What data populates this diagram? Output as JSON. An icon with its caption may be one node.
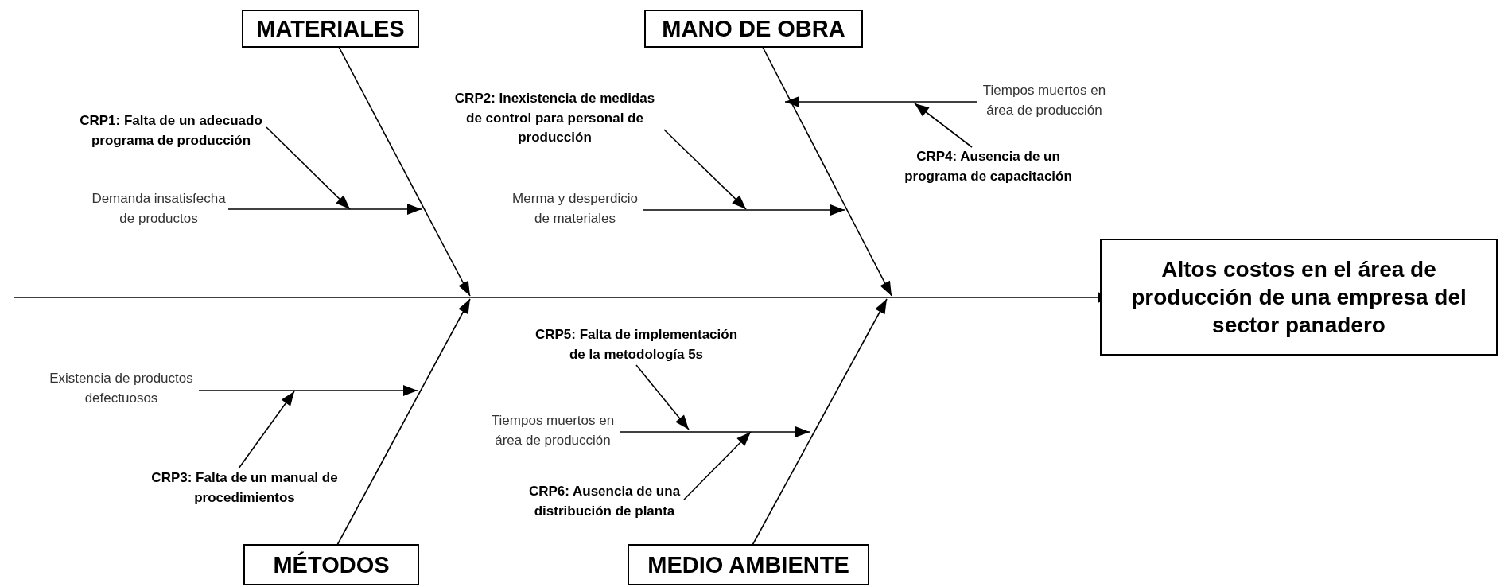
{
  "diagram": {
    "nodes": [
      {
        "text": [
          "MATERIALES"
        ]
      },
      {
        "text": [
          "MANO DE OBRA"
        ]
      },
      {
        "text": [
          "CRP1: Falta de un adecuado programa de producción"
        ]
      },
      {
        "text": [
          "CRP2: Inexistencia  de medidas de control para personal de producción"
        ]
      },
      {
        "text": [
          "Tiempos muertos en área de producción"
        ]
      },
      {
        "text": [
          "Demanda insatisfecha de productos"
        ]
      },
      {
        "text": [
          "Merma y desperdicio de materiales"
        ]
      },
      {
        "text": [
          "CRP4: Ausencia de un programa de capacitación"
        ]
      },
      {
        "text": [
          "Altos costos en el área de producción de una empresa del sector panadero"
        ]
      },
      {
        "text": [
          "Existencia de productos defectuosos"
        ]
      },
      {
        "text": [
          "CRP5: Falta de implementación de la metodología 5s"
        ]
      },
      {
        "text": [
          "Tiempos muertos en área de producción"
        ]
      },
      {
        "text": [
          "CRP3: Falta de un manual de procedimientos"
        ]
      },
      {
        "text": [
          "CRP6: Ausencia de una distribución de planta"
        ]
      },
      {
        "text": [
          "MÉTODOS"
        ]
      },
      {
        "text": [
          "MEDIO AMBIENTE"
        ]
      }
    ],
    "edges": [
      {
        "from": 0,
        "to": null,
        "arrow": "to"
      },
      {
        "from": 1,
        "to": null,
        "arrow": "to"
      },
      {
        "from": 14,
        "to": null,
        "arrow": "to"
      },
      {
        "from": 15,
        "to": null,
        "arrow": "to"
      },
      {
        "from": null,
        "to": 8,
        "arrow": "to"
      },
      {
        "from": 5,
        "to": null,
        "arrow": "to"
      },
      {
        "from": 2,
        "to": null,
        "arrow": "to"
      },
      {
        "from": 3,
        "to": null,
        "arrow": "to"
      },
      {
        "from": 6,
        "to": null,
        "arrow": "to"
      },
      {
        "from": 4,
        "to": null,
        "arrow": "to"
      },
      {
        "from": 7,
        "to": null,
        "arrow": "to"
      },
      {
        "from": 9,
        "to": null,
        "arrow": "to"
      },
      {
        "from": 12,
        "to": null,
        "arrow": "to"
      },
      {
        "from": 10,
        "to": null,
        "arrow": "to"
      },
      {
        "from": 11,
        "to": null,
        "arrow": "to"
      },
      {
        "from": 13,
        "to": null,
        "arrow": "to"
      }
    ]
  }
}
